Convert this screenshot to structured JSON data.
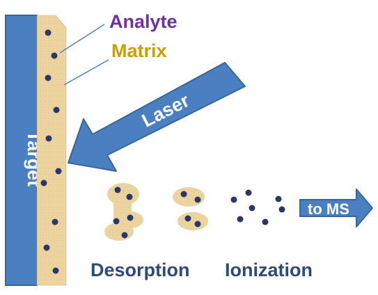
{
  "labels": {
    "analyte": "Analyte",
    "matrix": "Matrix",
    "target": "Target",
    "laser": "Laser",
    "to_ms": "to MS",
    "desorption": "Desorption",
    "ionization": "Ionization"
  },
  "colors": {
    "target_fill": "#4a7fc1",
    "target_stroke": "#3c6496",
    "matrix_fill": "#ecd4a0",
    "matrix_speckle": "#c9a468",
    "analyte_dot": "#2c3668",
    "analyte_label": "#7030a0",
    "matrix_label": "#c9a000",
    "arrow_fill": "#4a7fc1",
    "arrow_stroke": "#35669f",
    "caption": "#2f4a7a",
    "leader_line": "#4f81bd"
  },
  "icons": {
    "laser_arrow": "arrow-icon",
    "ms_arrow": "arrow-icon"
  }
}
